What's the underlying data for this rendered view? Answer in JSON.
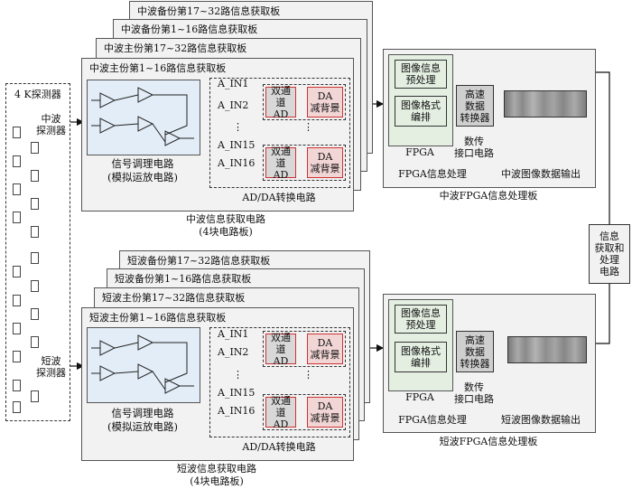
{
  "detector": {
    "title": "4 K探测器",
    "mid_label": "中波\n探测器",
    "short_label": "短波\n探测器"
  },
  "mid": {
    "back_boards": [
      "中波备份第17~32路信息获取板",
      "中波备份第1~16路信息获取板",
      "中波主份第17~32路信息获取板"
    ],
    "front_board": "中波主份第1~16路信息获取板",
    "signal_circuit": "信号调理电路\n(模拟运放电路)",
    "inputs": [
      "A_IN1",
      "A_IN2",
      "A_IN15",
      "A_IN16"
    ],
    "ad_label": "双通道\nAD",
    "da_label": "DA\n减背景",
    "adda_caption": "AD/DA转换电路",
    "group_caption": "中波信息获取电路\n(4块电路板)",
    "fpga_inner_1": "图像信息\n预处理",
    "fpga_inner_2": "图像格式\n编排",
    "fpga_label": "FPGA",
    "converter": "高速\n数据\n转换器",
    "interface": "数传\n接口电路",
    "fpga_proc": "FPGA信息处理",
    "output": "中波图像数据输出",
    "fpga_board_caption": "中波FPGA信息处理板"
  },
  "short": {
    "back_boards": [
      "短波备份第17~32路信息获取板",
      "短波备份第1~16路信息获取板",
      "短波主份第17~32路信息获取板"
    ],
    "front_board": "短波主份第1~16路信息获取板",
    "signal_circuit": "信号调理电路\n(模拟运放电路)",
    "inputs": [
      "A_IN1",
      "A_IN2",
      "A_IN15",
      "A_IN16"
    ],
    "ad_label": "双通道\nAD",
    "da_label": "DA\n减背景",
    "adda_caption": "AD/DA转换电路",
    "group_caption": "短波信息获取电路\n(4块电路板)",
    "fpga_inner_1": "图像信息\n预处理",
    "fpga_inner_2": "图像格式\n编排",
    "fpga_label": "FPGA",
    "converter": "高速\n数据\n转换器",
    "interface": "数传\n接口电路",
    "fpga_proc": "FPGA信息处理",
    "output": "短波图像数据输出",
    "fpga_board_caption": "短波FPGA信息处理板"
  },
  "right_box": "信息\n获取和\n处理\n电路",
  "colors": {
    "board": "#f2f2f2",
    "inner": "#e3edf7",
    "red": "#cc3333"
  }
}
